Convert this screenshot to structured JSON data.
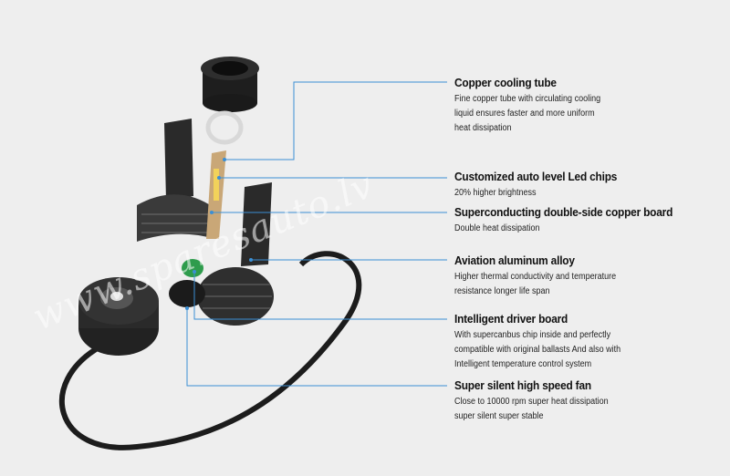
{
  "watermark": "www.sparesauto.lv",
  "accent_color": "#3b8fd4",
  "features": [
    {
      "title": "Copper cooling tube",
      "lines": [
        "Fine copper tube with circulating cooling",
        "liquid ensures faster and more uniform",
        "heat dissipation"
      ]
    },
    {
      "title": "Customized auto level Led chips",
      "lines": [
        "20% higher brightness"
      ]
    },
    {
      "title": "Superconducting double-side copper board",
      "lines": [
        "Double heat dissipation"
      ]
    },
    {
      "title": "Aviation aluminum alloy",
      "lines": [
        "Higher thermal conductivity and temperature",
        "resistance longer life span"
      ]
    },
    {
      "title": "Intelligent driver board",
      "lines": [
        "With supercanbus chip inside  and perfectly",
        "compatible with original ballasts And also with",
        "Intelligent temperature control system"
      ]
    },
    {
      "title": "Super silent high speed fan",
      "lines": [
        "Close to 10000 rpm super heat dissipation",
        "super silent super stable"
      ]
    }
  ]
}
